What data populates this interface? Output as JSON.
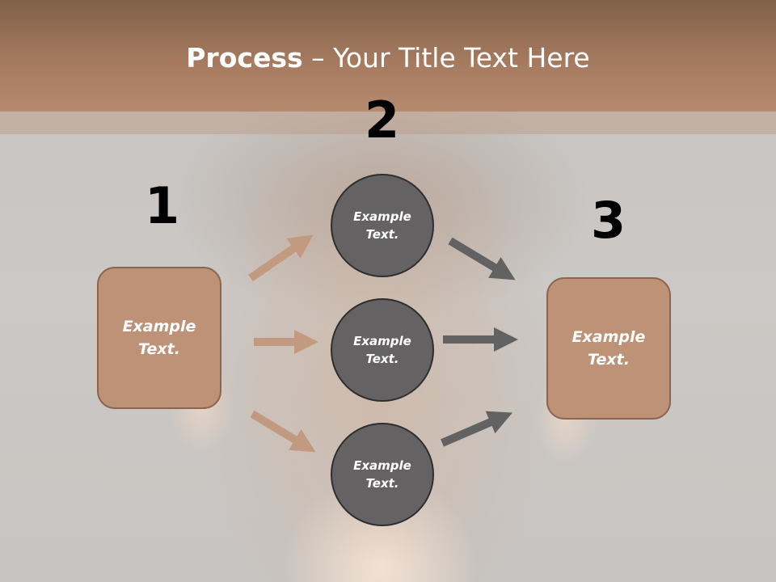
{
  "title": {
    "bold": "Process",
    "rest": " – Your Title Text Here"
  },
  "steps": [
    {
      "number": "1",
      "label": "Example Text."
    },
    {
      "number": "2",
      "items": [
        "Example Text.",
        "Example Text.",
        "Example Text."
      ]
    },
    {
      "number": "3",
      "label": "Example Text."
    }
  ],
  "colors": {
    "header": "#a57a5f",
    "box_fill": "#bd9276",
    "circle_fill": "#646262",
    "arrow_left": "#c19a80",
    "arrow_right": "#626262"
  }
}
